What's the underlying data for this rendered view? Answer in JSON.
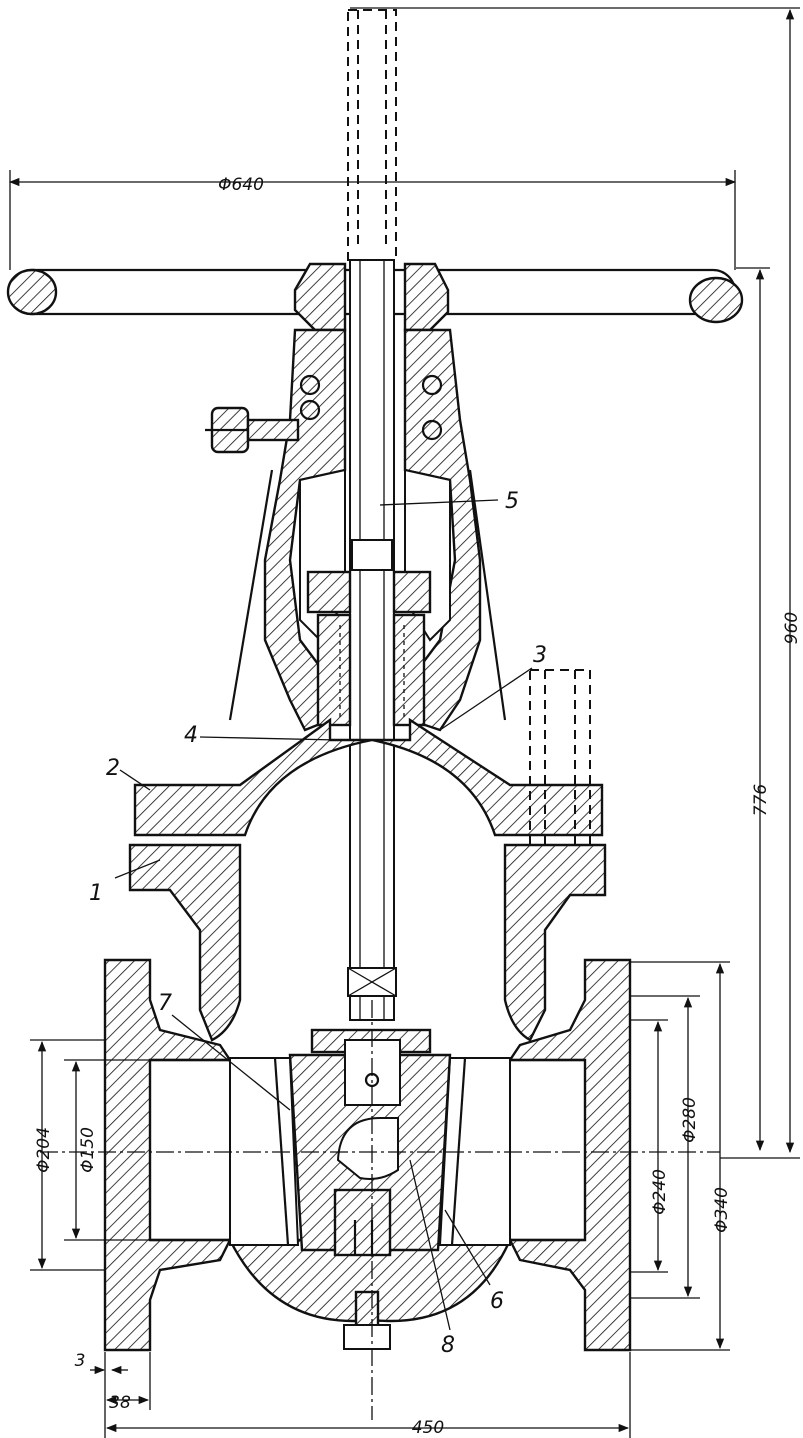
{
  "dimensions": {
    "handwheel_diameter": "Φ640",
    "overall_height": "960",
    "center_to_top": "776",
    "flange_outer_diameter": "Φ340",
    "bolt_circle_diameter": "Φ280",
    "raised_face_diameter": "Φ240",
    "port_outer_diameter": "Φ204",
    "bore_diameter": "Φ150",
    "face_to_face": "450",
    "flange_thickness": "38",
    "raised_face_height": "3"
  },
  "part_numbers": [
    "1",
    "2",
    "3",
    "4",
    "5",
    "6",
    "7",
    "8"
  ]
}
